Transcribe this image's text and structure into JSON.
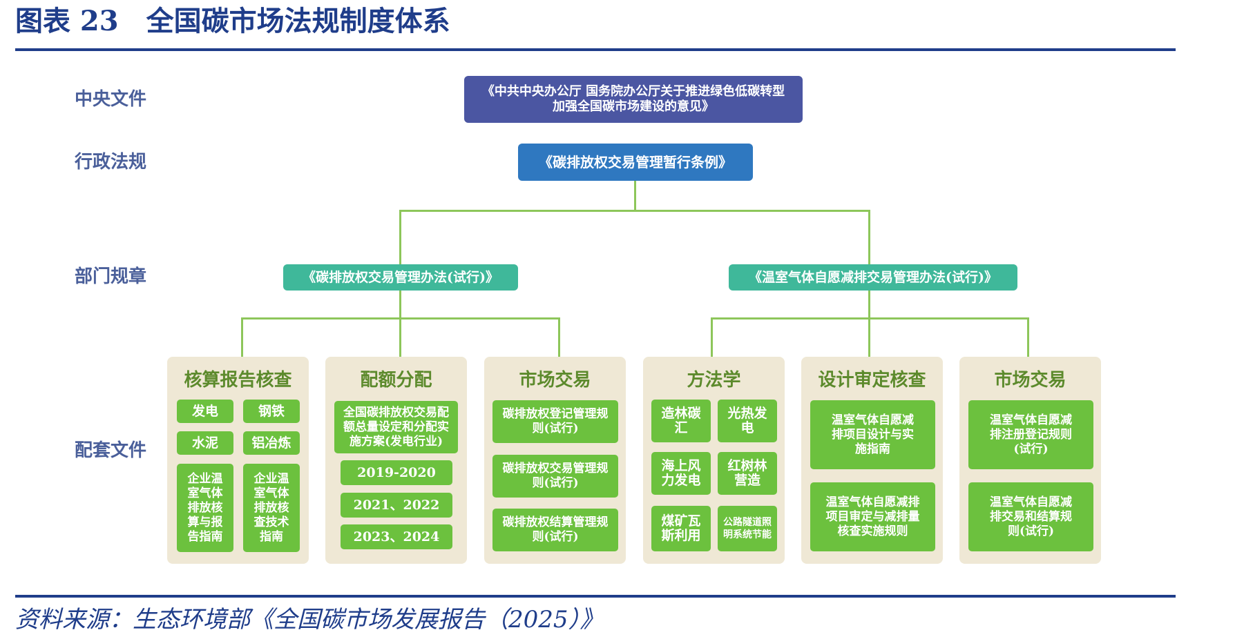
{
  "header": {
    "title": "图表 23　全国碳市场法规制度体系"
  },
  "levels": {
    "central": "中央文件",
    "admin": "行政法规",
    "dept": "部门规章",
    "support": "配套文件"
  },
  "central_doc": [
    "《中共中央办公厅 国务院办公厅关于推进绿色低碳转型",
    "加强全国碳市场建设的意见》"
  ],
  "admin_doc": "《碳排放权交易管理暂行条例》",
  "dept_docs": {
    "left": "《碳排放权交易管理办法(试行)》",
    "right": "《温室气体自愿减排交易管理办法(试行)》"
  },
  "panels": [
    {
      "title": "核算报告核查",
      "items": [
        "发电",
        "钢铁",
        "水泥",
        "铝冶炼",
        "企业温室气体排放核算与报告指南",
        "企业温室气体排放核查技术指南"
      ]
    },
    {
      "title": "配额分配",
      "items": [
        "全国碳排放权交易配额总量设定和分配实施方案(发电行业)",
        "2019-2020",
        "2021、2022",
        "2023、2024"
      ]
    },
    {
      "title": "市场交易",
      "items": [
        "碳排放权登记管理规则(试行)",
        "碳排放权交易管理规则(试行)",
        "碳排放权结算管理规则(试行)"
      ]
    },
    {
      "title": "方法学",
      "items": [
        "造林碳汇",
        "光热发电",
        "海上风力发电",
        "红树林营造",
        "煤矿瓦斯利用",
        "公路隧道照明系统节能"
      ]
    },
    {
      "title": "设计审定核查",
      "items": [
        "温室气体自愿减排项目设计与实施指南",
        "温室气体自愿减排项目审定与减排量核查实施规则"
      ]
    },
    {
      "title": "市场交易",
      "items": [
        "温室气体自愿减排注册登记规则(试行)",
        "温室气体自愿减排交易和结算规则(试行)"
      ]
    }
  ],
  "footer": {
    "source": "资料来源：生态环境部《全国碳市场发展报告（2025）》"
  },
  "colors": {
    "title_blue": "#1f3d8a",
    "central_box": "#4b56a2",
    "admin_box": "#2f78c0",
    "dept_box": "#3fb89a",
    "item_green": "#6cc13e",
    "panel_bg": "#efe8d5"
  }
}
